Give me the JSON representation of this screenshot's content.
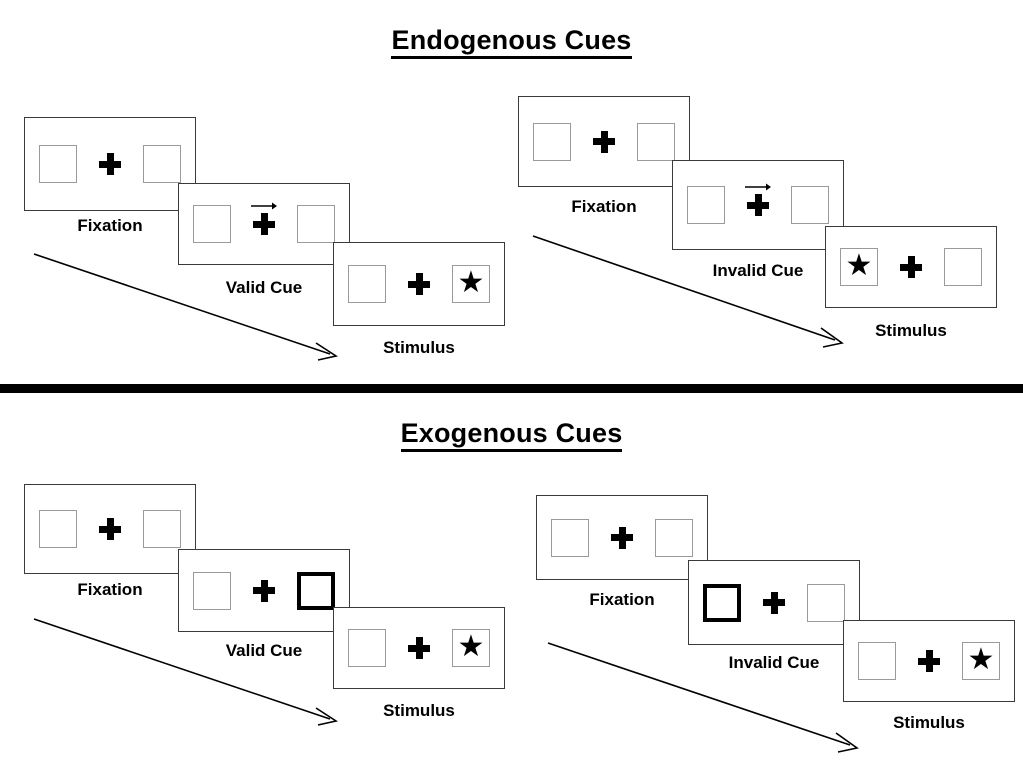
{
  "page": {
    "background": "#ffffff",
    "ink": "#000000",
    "square_border": "#9a9a9a",
    "panel_border": "#3a3a3a"
  },
  "sections": [
    {
      "id": "endogenous",
      "title": "Endogenous Cues",
      "cue_type": "arrow",
      "conditions": [
        {
          "id": "endogenous-valid",
          "frames": [
            {
              "label": "Fixation",
              "left_box": "empty",
              "right_box": "empty",
              "cue": "none"
            },
            {
              "label": "Valid Cue",
              "left_box": "empty",
              "right_box": "empty",
              "cue": "arrow-right"
            },
            {
              "label": "Stimulus",
              "left_box": "empty",
              "right_box": "star",
              "cue": "none"
            }
          ]
        },
        {
          "id": "endogenous-invalid",
          "frames": [
            {
              "label": "Fixation",
              "left_box": "empty",
              "right_box": "empty",
              "cue": "none"
            },
            {
              "label": "Invalid Cue",
              "left_box": "empty",
              "right_box": "empty",
              "cue": "arrow-right"
            },
            {
              "label": "Stimulus",
              "left_box": "star",
              "right_box": "empty",
              "cue": "none"
            }
          ]
        }
      ]
    },
    {
      "id": "exogenous",
      "title": "Exogenous Cues",
      "cue_type": "box-highlight",
      "conditions": [
        {
          "id": "exogenous-valid",
          "frames": [
            {
              "label": "Fixation",
              "left_box": "empty",
              "right_box": "empty",
              "cue": "none"
            },
            {
              "label": "Valid Cue",
              "left_box": "empty",
              "right_box": "highlight",
              "cue": "none"
            },
            {
              "label": "Stimulus",
              "left_box": "empty",
              "right_box": "star",
              "cue": "none"
            }
          ]
        },
        {
          "id": "exogenous-invalid",
          "frames": [
            {
              "label": "Fixation",
              "left_box": "empty",
              "right_box": "empty",
              "cue": "none"
            },
            {
              "label": "Invalid Cue",
              "left_box": "highlight",
              "right_box": "empty",
              "cue": "none"
            },
            {
              "label": "Stimulus",
              "left_box": "empty",
              "right_box": "star",
              "cue": "none"
            }
          ]
        }
      ]
    }
  ],
  "glyphs": {
    "star": "★",
    "fixation_cross": "fixation-plus",
    "cue_arrow": "arrow-right",
    "timeline_arrow": "time-arrow"
  },
  "titles": {
    "endogenous": "Endogenous Cues",
    "exogenous": "Exogenous Cues"
  },
  "labels": {
    "fixation": "Fixation",
    "valid_cue": "Valid Cue",
    "invalid_cue": "Invalid Cue",
    "stimulus": "Stimulus"
  }
}
